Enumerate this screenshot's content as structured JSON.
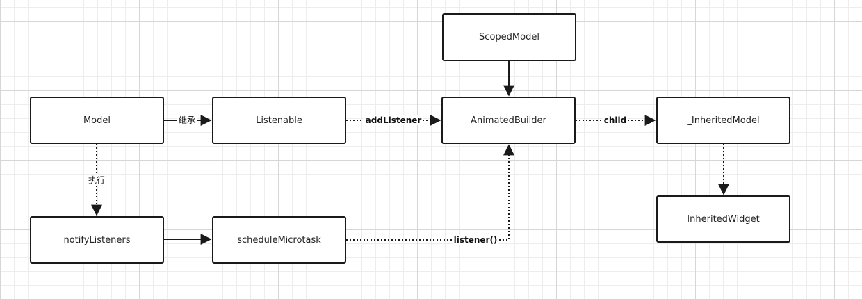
{
  "nodes": {
    "model": "Model",
    "listenable": "Listenable",
    "animated_builder": "AnimatedBuilder",
    "scoped_model": "ScopedModel",
    "inherited_model": "_InheritedModel",
    "inherited_widget": "InheritedWidget",
    "notify_listeners": "notifyListeners",
    "schedule_microtask": "scheduleMicrotask"
  },
  "edge_labels": {
    "inherit": "继承",
    "execute": "执行",
    "add_listener": "addListener",
    "child": "child",
    "listener_call": "listener()"
  },
  "colors": {
    "stroke": "#1a1a1a",
    "grid_major": "#d6d6d6",
    "grid_minor": "#ededed"
  }
}
